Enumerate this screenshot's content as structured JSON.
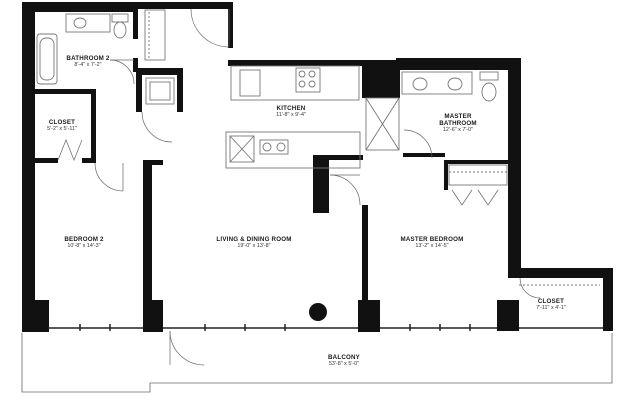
{
  "rooms": {
    "bathroom2": {
      "name": "BATHROOM 2",
      "dim": "8'-4\" x 7'-2\""
    },
    "closet_left": {
      "name": "CLOSET",
      "dim": "5'-2\" x 5'-11\""
    },
    "kitchen": {
      "name": "KITCHEN",
      "dim": "11'-8\" x 9'-4\""
    },
    "master_bathroom": {
      "name_line1": "MASTER",
      "name_line2": "BATHROOM",
      "dim": "12'-6\" x 7'-0\""
    },
    "bedroom2": {
      "name": "BEDROOM 2",
      "dim": "10'-8\" x 14'-3\""
    },
    "living_dining": {
      "name": "LIVING & DINING ROOM",
      "dim": "19'-0\" x 13'-8\""
    },
    "master_bedroom": {
      "name": "MASTER BEDROOM",
      "dim": "13'-2\" x 14'-5\""
    },
    "closet_right": {
      "name": "CLOSET",
      "dim": "7'-11\" x 4'-1\""
    },
    "balcony": {
      "name": "BALCONY",
      "dim": "53'-8\" x 5'-0\""
    }
  },
  "colors": {
    "wall": "#111111",
    "line": "#555555",
    "fixture": "#777777",
    "background": "#ffffff"
  }
}
